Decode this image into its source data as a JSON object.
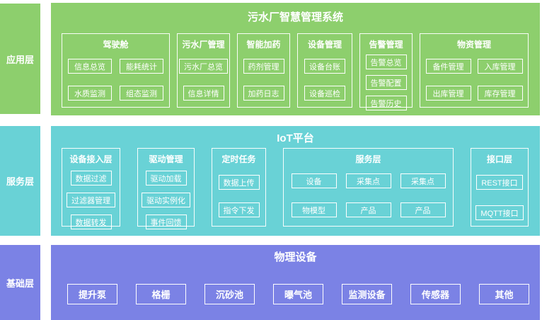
{
  "colors": {
    "application_layer": "#8dcf6d",
    "service_layer": "#69d2d6",
    "base_layer": "#7b82e5",
    "box_border": "#ffffff",
    "text": "#ffffff"
  },
  "layers": {
    "app": {
      "sidebar": "应用层",
      "title": "污水厂智慧管理系统",
      "groups": {
        "cockpit": {
          "title": "驾驶舱",
          "items": [
            "信息总览",
            "能耗统计",
            "水质监测",
            "组态监测"
          ]
        },
        "plant": {
          "title": "污水厂管理",
          "items": [
            "污水厂总览",
            "信息详情"
          ]
        },
        "dosing": {
          "title": "智能加药",
          "items": [
            "药剂管理",
            "加药日志"
          ]
        },
        "device": {
          "title": "设备管理",
          "items": [
            "设备台账",
            "设备巡检"
          ]
        },
        "alarm": {
          "title": "告警管理",
          "items": [
            "告警总览",
            "告警配置",
            "告警历史"
          ]
        },
        "material": {
          "title": "物资管理",
          "items": [
            "备件管理",
            "入库管理",
            "出库管理",
            "库存管理"
          ]
        }
      }
    },
    "service": {
      "sidebar": "服务层",
      "title": "IoT平台",
      "groups": {
        "access": {
          "title": "设备接入层",
          "items": [
            "数据过滤",
            "过滤器管理",
            "数据转发"
          ]
        },
        "driver": {
          "title": "驱动管理",
          "items": [
            "驱动加载",
            "驱动实例化",
            "事件回馈"
          ]
        },
        "task": {
          "title": "定时任务",
          "items": [
            "数据上传",
            "指令下发"
          ]
        },
        "svc": {
          "title": "服务层",
          "items": [
            "设备",
            "采集点",
            "采集点",
            "物模型",
            "产品",
            "产品"
          ]
        },
        "iface": {
          "title": "接口层",
          "items": [
            "REST接口",
            "MQTT接口"
          ]
        }
      }
    },
    "base": {
      "sidebar": "基础层",
      "title": "物理设备",
      "items": [
        "提升泵",
        "格栅",
        "沉砂池",
        "曝气池",
        "监测设备",
        "传感器",
        "其他"
      ]
    }
  }
}
